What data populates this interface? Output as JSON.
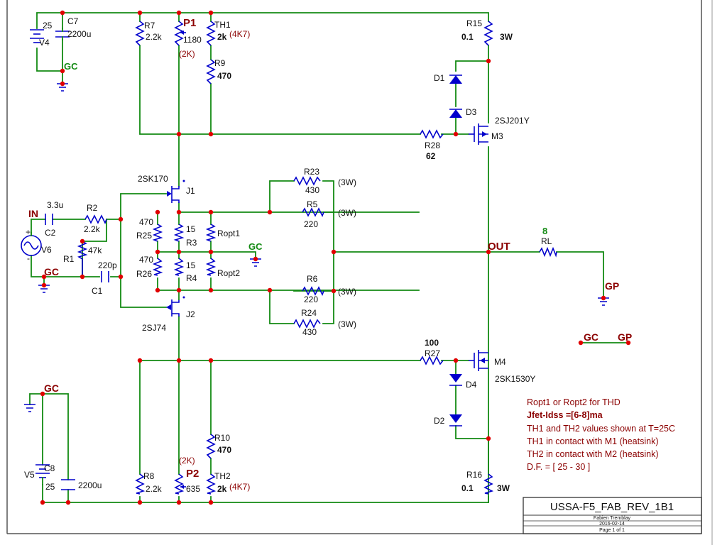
{
  "labels": {
    "v4_value": "25",
    "v4_name": "V4",
    "c7_name": "C7",
    "c7_value": "2200u",
    "gc_top": "GC",
    "r7_name": "R7",
    "r7_value": "2.2k",
    "p1_name": "P1",
    "p1_value": "1180",
    "p1_alt": "(2K)",
    "th1_name": "TH1",
    "th1_value": "2k",
    "th1_alt": "(4K7)",
    "r9_name": "R9",
    "r9_value": "470",
    "r15_name": "R15",
    "r15_value": "0.1",
    "r15_power": "3W",
    "d1_name": "D1",
    "d3_name": "D3",
    "m3_part": "2SJ201Y",
    "m3_name": "M3",
    "r28_name": "R28",
    "r28_value": "62",
    "j1_part": "2SK170",
    "j1_name": "J1",
    "r23_name": "R23",
    "r23_value": "430",
    "r23_power": "(3W)",
    "r5_name": "R5",
    "r5_value": "220",
    "r5_power": "(3W)",
    "in_label": "IN",
    "c2_value": "3.3u",
    "c2_name": "C2",
    "r2_name": "R2",
    "r2_value": "2.2k",
    "r25_value": "470",
    "r25_name": "R25",
    "r3_value": "15",
    "r3_name": "R3",
    "ropt1": "Ropt1",
    "gc_mid": "GC",
    "v6_name": "V6",
    "r1_value": "47k",
    "r1_name": "R1",
    "out_label": "OUT",
    "rl_value": "8",
    "rl_name": "RL",
    "gc_left": "GC",
    "c1_value": "220p",
    "c1_name": "C1",
    "r26_value": "470",
    "r26_name": "R26",
    "r4_value": "15",
    "r4_name": "R4",
    "ropt2": "Ropt2",
    "r6_name": "R6",
    "r6_value": "220",
    "r6_power": "(3W)",
    "gp_right": "GP",
    "j2_name": "J2",
    "j2_part": "2SJ74",
    "r24_name": "R24",
    "r24_value": "430",
    "r24_power": "(3W)",
    "gc_legend": "GC",
    "gp_legend": "GP",
    "r27_value": "100",
    "r27_name": "R27",
    "m4_name": "M4",
    "m4_part": "2SK1530Y",
    "d4_name": "D4",
    "d2_name": "D2",
    "gc_bottom": "GC",
    "r10_name": "R10",
    "r10_value": "470",
    "p2_alt": "(2K)",
    "p2_name": "P2",
    "p2_value": "635",
    "r8_name": "R8",
    "r8_value": "2.2k",
    "th2_name": "TH2",
    "th2_value": "2k",
    "th2_alt": "(4K7)",
    "v5_name": "V5",
    "v5_value": "25",
    "c8_name": "C8",
    "c8_value": "2200u",
    "r16_name": "R16",
    "r16_value": "0.1",
    "r16_power": "3W"
  },
  "notes": {
    "n1": "Ropt1 or Ropt2 for THD",
    "n2": "Jfet-Idss =[6-8]ma",
    "n3": "TH1 and TH2 values shown at T=25C",
    "n4": "TH1 in contact with M1 (heatsink)",
    "n5": "TH2 in contact with M2 (heatsink)",
    "n6": "D.F. = [ 25 - 30 ]"
  },
  "title_block": {
    "title": "USSA-F5_FAB_REV_1B1",
    "author": "Fabien Tremblay",
    "date": "2016-02-14",
    "page": "Page 1 of 1"
  },
  "colors": {
    "wire": "#138a13",
    "component": "#0000cc",
    "junction": "#e00000",
    "label_red": "#8b0000",
    "text": "#111111"
  }
}
